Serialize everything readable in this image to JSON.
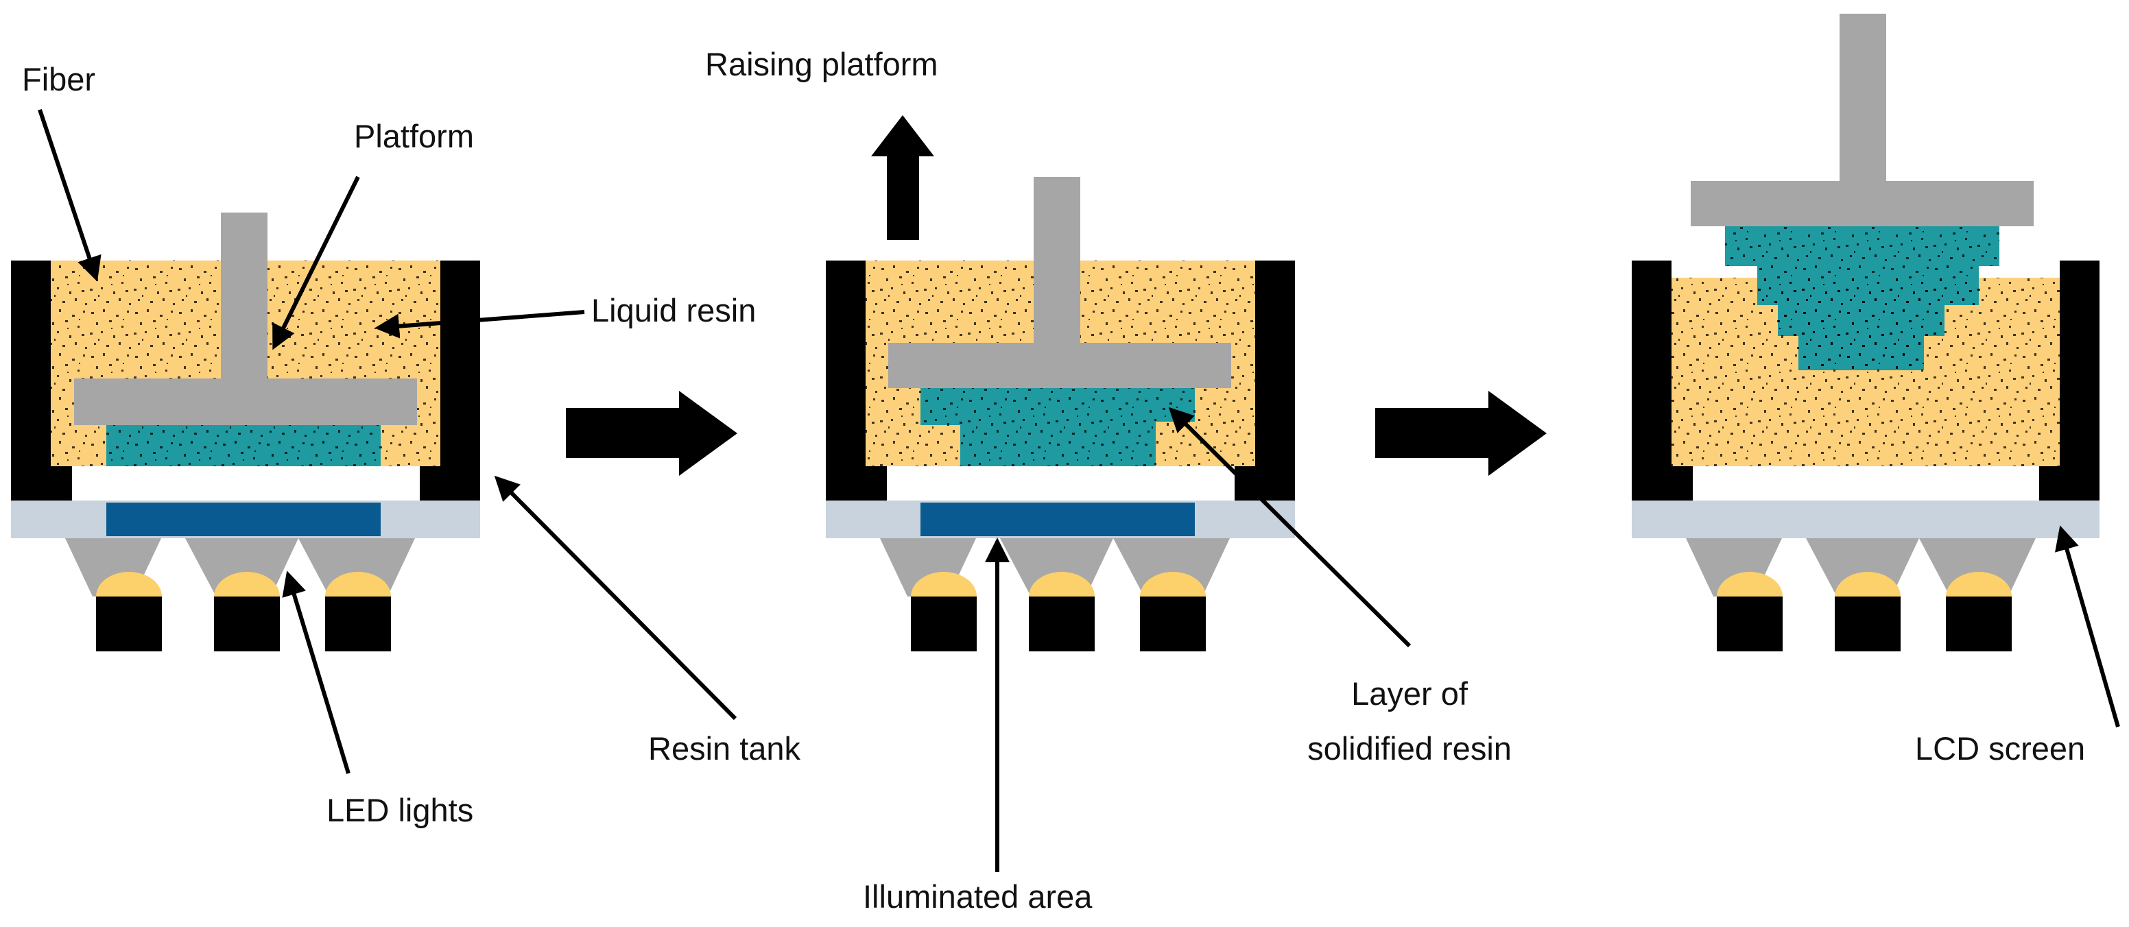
{
  "labels": {
    "fiber": "Fiber",
    "platform": "Platform",
    "liquid_resin": "Liquid resin",
    "resin_tank": "Resin tank",
    "led_lights": "LED lights",
    "raising_platform": "Raising platform",
    "illuminated_area": "Illuminated area",
    "layer_line1": "Layer of",
    "layer_line2": "solidified resin",
    "lcd_screen": "LCD screen"
  },
  "colors": {
    "resin": "#FDD17B",
    "solid_resin": "#1E9AA0",
    "platform": "#A6A6A6",
    "tank_wall": "#000000",
    "lcd_screen": "#C9D3DE",
    "illuminated": "#0A5A92",
    "led_cone": "#A8A8A8",
    "led_dome": "#FCD16B",
    "speckle": "#333333"
  }
}
